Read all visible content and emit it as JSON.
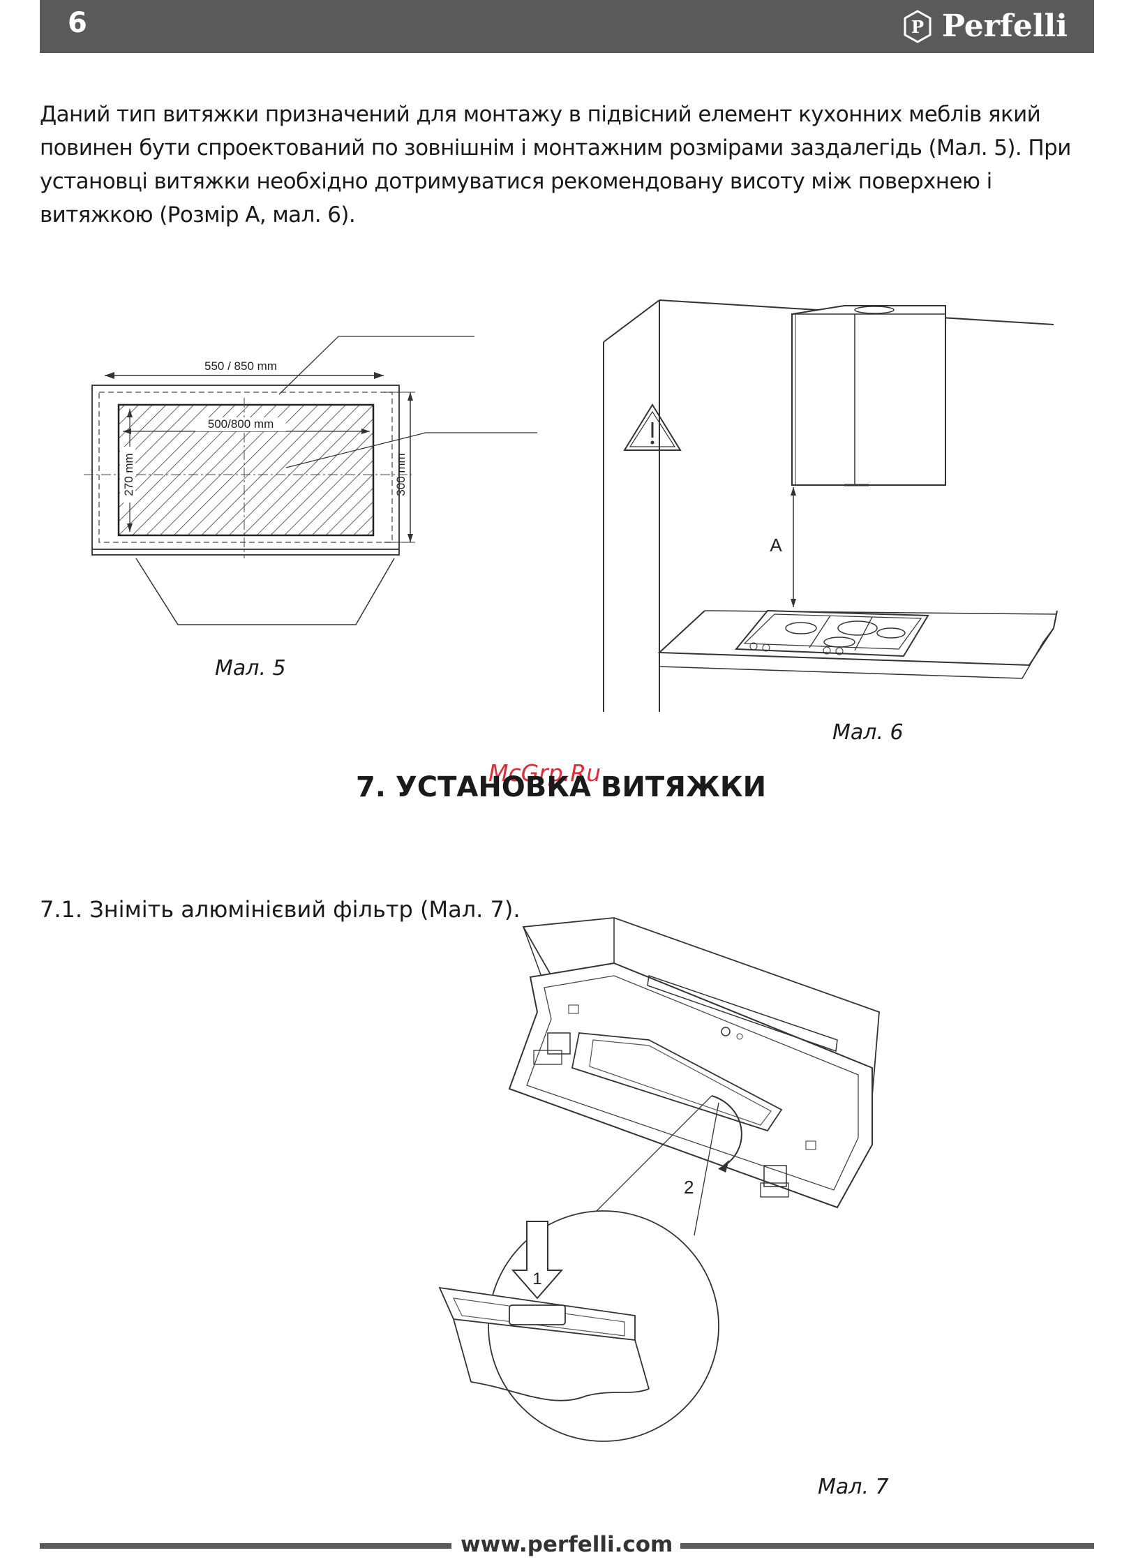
{
  "header": {
    "page_number": "6",
    "brand": "Perfelli",
    "logo_icon": "perfelli-p-logo"
  },
  "intro": {
    "text": "Даний тип витяжки призначений для монтажу в підвісний елемент кухонних меблів який повинен бути спроектований по зовнішнім і монтажним розмірами заздалегідь (Мал. 5). При установці витяжки необхідно дотримуватися рекомендовану висоту між поверхнею і витяжкою (Розмір A, мал. 6)."
  },
  "figure5": {
    "dim_outer_width": "550 / 850 mm",
    "dim_inner_width": "500/800 mm",
    "dim_inner_height": "270 mm",
    "dim_outer_height": "300 mm",
    "caption": "Мал. 5"
  },
  "figure6": {
    "label_a": "A",
    "warning_icon": "warning-triangle-icon",
    "caption": "Мал. 6"
  },
  "section": {
    "title": "7. УСТАНОВКА ВИТЯЖКИ",
    "watermark": "McGrp.Ru"
  },
  "step_7_1": {
    "text": "7.1. Зніміть алюмінієвий фільтр (Мал. 7)."
  },
  "figure7": {
    "label_1": "1",
    "label_2": "2",
    "caption": "Мал. 7"
  },
  "footer": {
    "url": "www.perfelli.com"
  }
}
